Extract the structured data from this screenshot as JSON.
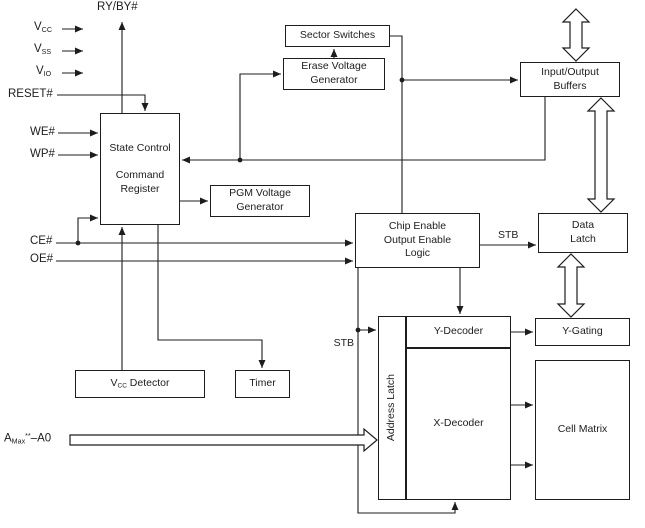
{
  "signals": {
    "vcc": {
      "base": "V",
      "sub": "CC"
    },
    "vss": {
      "base": "V",
      "sub": "SS"
    },
    "vio": {
      "base": "V",
      "sub": "IO"
    },
    "reset": "RESET#",
    "we": "WE#",
    "wp": "WP#",
    "ce": "CE#",
    "oe": "OE#",
    "ryby": "RY/BY#",
    "addr": {
      "base": "A",
      "sub": "Max",
      "stars": "**",
      "rest": "–A0"
    }
  },
  "blocks": {
    "state_control": {
      "line1": "State Control",
      "line2": "Command Register"
    },
    "sector_switches": {
      "line1": "Sector Switches"
    },
    "erase_vg": {
      "line1": "Erase Voltage",
      "line2": "Generator"
    },
    "pgm_vg": {
      "line1": "PGM Voltage",
      "line2": "Generator"
    },
    "chip_enable": {
      "line1": "Chip Enable",
      "line2": "Output Enable",
      "line3": "Logic"
    },
    "io_buffers": {
      "line1": "Input/Output",
      "line2": "Buffers"
    },
    "data_latch": {
      "line1": "Data",
      "line2": "Latch"
    },
    "y_gating": {
      "line1": "Y-Gating"
    },
    "cell_matrix": {
      "line1": "Cell Matrix"
    },
    "y_decoder": {
      "line1": "Y-Decoder"
    },
    "x_decoder": {
      "line1": "X-Decoder"
    },
    "address_latch": {
      "line1": "Address Latch"
    },
    "vcc_detector": {
      "base": "V",
      "sub": "CC",
      "rest": " Detector"
    },
    "timer": {
      "line1": "Timer"
    }
  },
  "annotations": {
    "stb_data_latch": "STB",
    "stb_address_latch": "STB"
  },
  "colors": {
    "line": "#1d1d1f",
    "background": "#ffffff"
  }
}
